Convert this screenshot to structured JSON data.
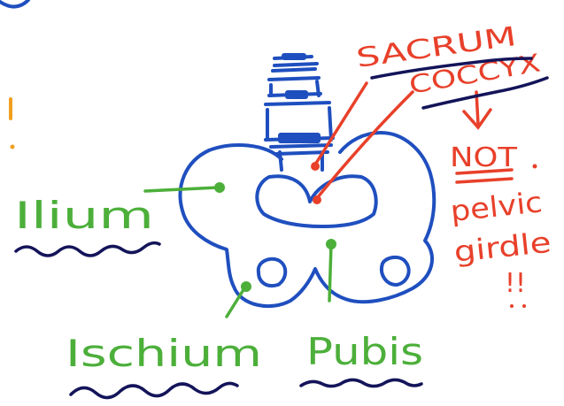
{
  "colors": {
    "bone_outline": "#1f4fbf",
    "label_green": "#4caf3a",
    "underline_navy": "#14145a",
    "note_red": "#e8402a",
    "stray_orange": "#f0a020"
  },
  "labels": {
    "ilium": "Ilium",
    "ischium": "Ischium",
    "pubis": "Pubis",
    "sacrum": "SACRUM",
    "coccyx": "COCCYX",
    "not": "NOT",
    "pelvic": "pelvic",
    "girdle": "girdle",
    "exclaim": "!!"
  }
}
